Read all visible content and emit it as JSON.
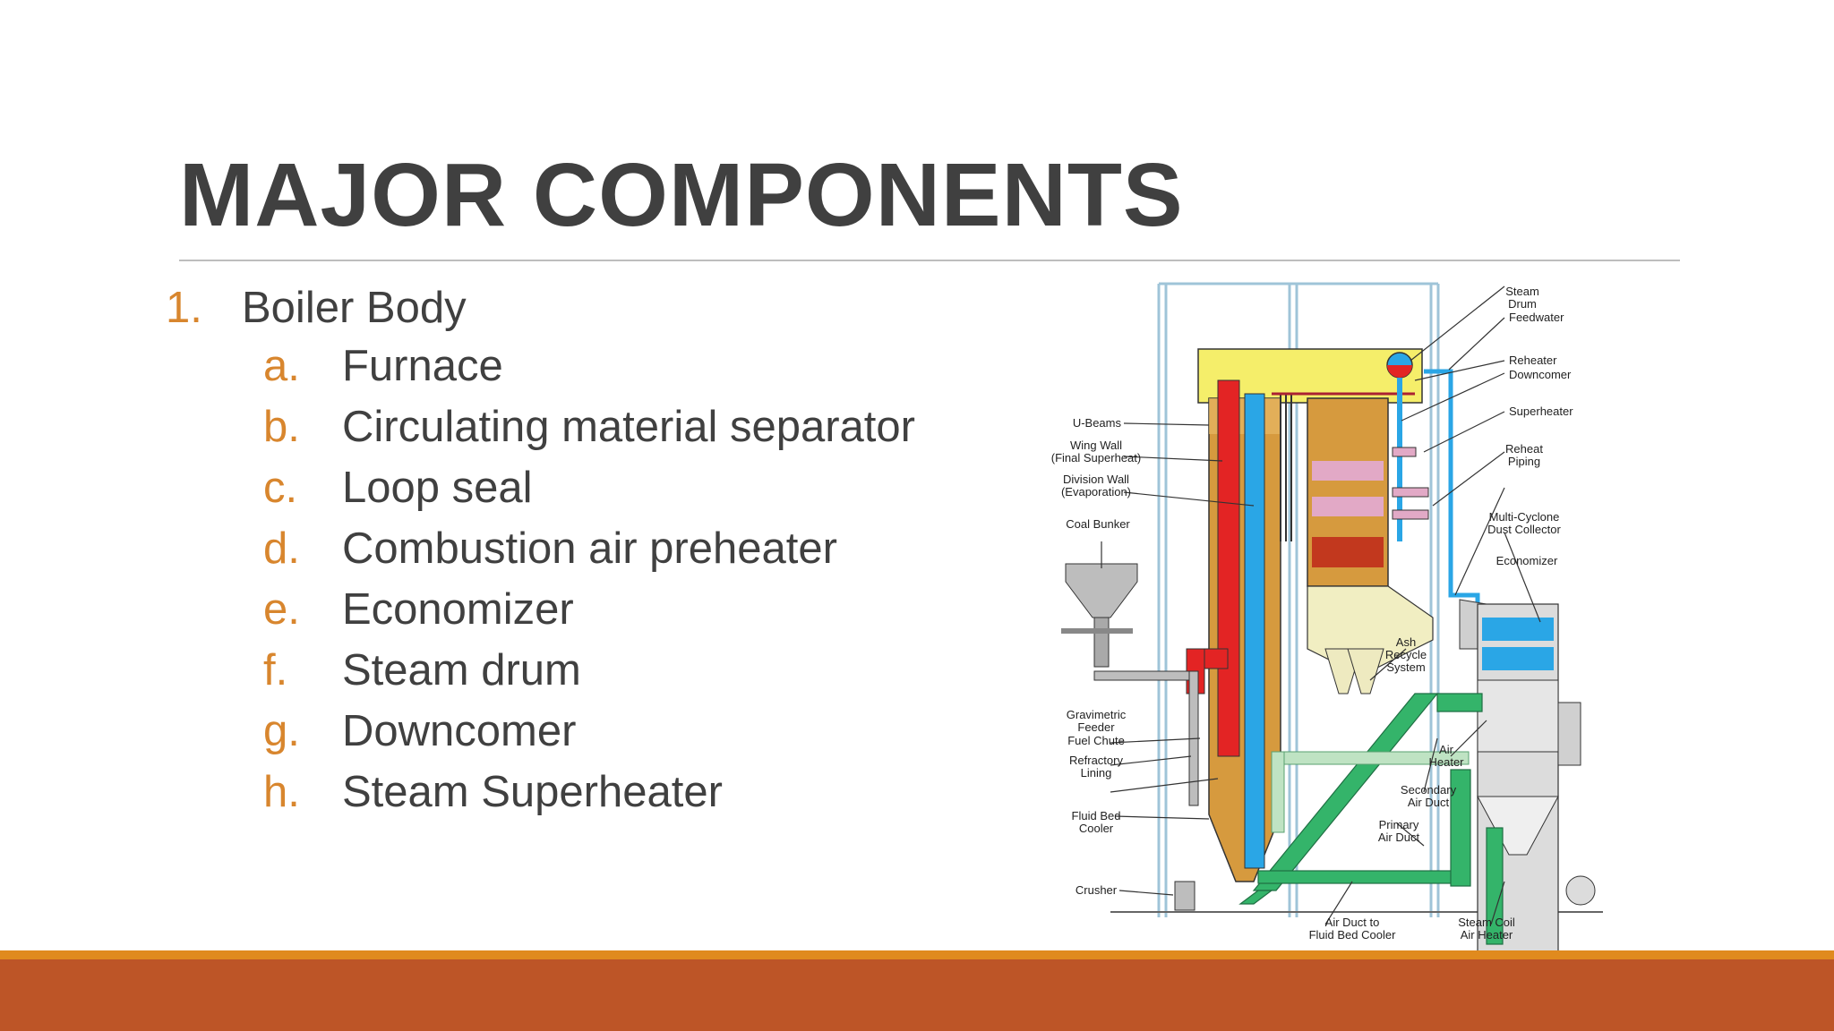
{
  "slide": {
    "title": "MAJOR COMPONENTS",
    "list": {
      "item1_number": "1.",
      "item1_label": "Boiler Body",
      "subitems": [
        {
          "letter": "a.",
          "label": "Furnace"
        },
        {
          "letter": "b.",
          "label": "Circulating material separator"
        },
        {
          "letter": "c.",
          "label": "Loop seal"
        },
        {
          "letter": "d.",
          "label": "Combustion air preheater"
        },
        {
          "letter": "e.",
          "label": "Economizer"
        },
        {
          "letter": "f.",
          "label": "Steam drum"
        },
        {
          "letter": "g.",
          "label": "Downcomer"
        },
        {
          "letter": "h.",
          "label": "Steam Superheater"
        }
      ]
    }
  },
  "diagram": {
    "labels": {
      "steam_drum_1": "Steam",
      "steam_drum_2": "Drum",
      "feedwater": "Feedwater",
      "reheater": "Reheater",
      "downcomer": "Downcomer",
      "superheater": "Superheater",
      "reheat_piping_1": "Reheat",
      "reheat_piping_2": "Piping",
      "multi_cyclone_1": "Multi-Cyclone",
      "multi_cyclone_2": "Dust Collector",
      "economizer": "Economizer",
      "u_beams": "U-Beams",
      "wing_wall_1": "Wing Wall",
      "wing_wall_2": "(Final Superheat)",
      "division_wall_1": "Division Wall",
      "division_wall_2": "(Evaporation)",
      "coal_bunker": "Coal Bunker",
      "ash_recycle_1": "Ash",
      "ash_recycle_2": "Recycle",
      "ash_recycle_3": "System",
      "gravimetric_1": "Gravimetric",
      "gravimetric_2": "Feeder",
      "fuel_chute": "Fuel Chute",
      "refractory_1": "Refractory",
      "refractory_2": "Lining",
      "air_heater_1": "Air",
      "air_heater_2": "Heater",
      "secondary_1": "Secondary",
      "secondary_2": "Air Duct",
      "fluid_bed_1": "Fluid Bed",
      "fluid_bed_2": "Cooler",
      "primary_1": "Primary",
      "primary_2": "Air Duct",
      "crusher": "Crusher",
      "air_duct_fbc_1": "Air Duct to",
      "air_duct_fbc_2": "Fluid Bed Cooler",
      "steam_coil_1": "Steam Coil",
      "steam_coil_2": "Air Heater"
    }
  },
  "colors": {
    "title": "#404040",
    "bullet": "#d8862e",
    "footer_line": "#e08a1e",
    "footer": "#bd5527"
  }
}
